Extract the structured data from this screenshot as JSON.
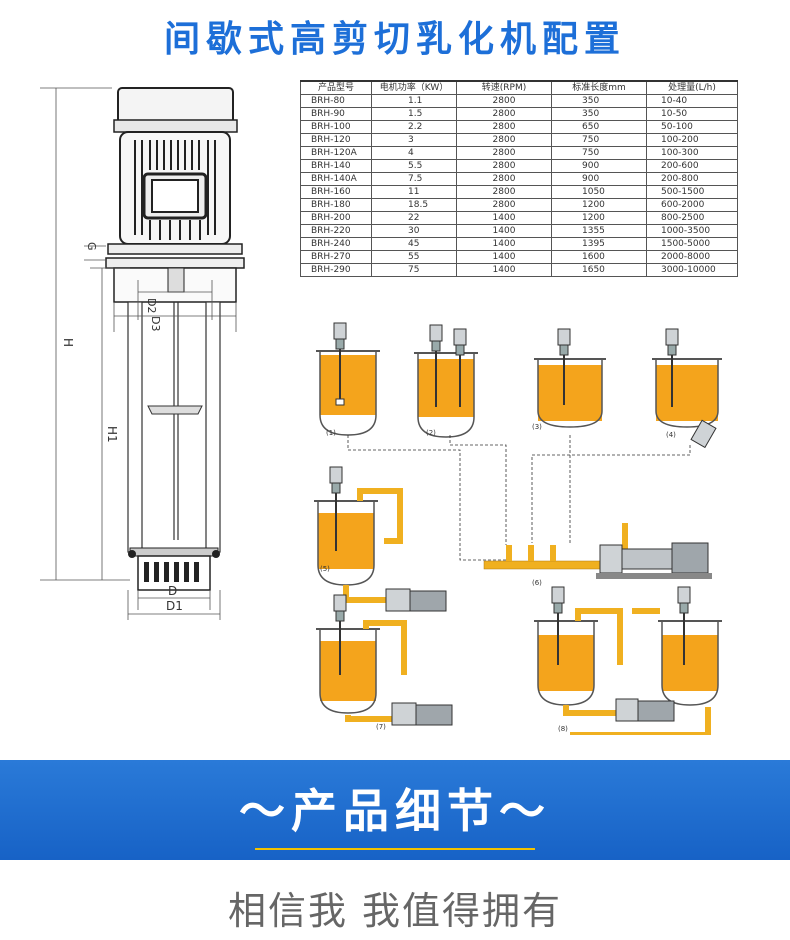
{
  "title": "间歇式高剪切乳化机配置",
  "drawing": {
    "labels": {
      "G": "G",
      "H": "H",
      "H1": "H1",
      "D2": "D2",
      "D3": "D3",
      "D": "D",
      "D1": "D1"
    }
  },
  "table": {
    "headers": [
      "产品型号",
      "电机功率（KW）",
      "转速(RPM)",
      "标准长度mm",
      "处理量(L/h)"
    ],
    "rows": [
      [
        "BRH-80",
        "1.1",
        "2800",
        "350",
        "10-40"
      ],
      [
        "BRH-90",
        "1.5",
        "2800",
        "350",
        "10-50"
      ],
      [
        "BRH-100",
        "2.2",
        "2800",
        "650",
        "50-100"
      ],
      [
        "BRH-120",
        "3",
        "2800",
        "750",
        "100-200"
      ],
      [
        "BRH-120A",
        "4",
        "2800",
        "750",
        "100-300"
      ],
      [
        "BRH-140",
        "5.5",
        "2800",
        "900",
        "200-600"
      ],
      [
        "BRH-140A",
        "7.5",
        "2800",
        "900",
        "200-800"
      ],
      [
        "BRH-160",
        "11",
        "2800",
        "1050",
        "500-1500"
      ],
      [
        "BRH-180",
        "18.5",
        "2800",
        "1200",
        "600-2000"
      ],
      [
        "BRH-200",
        "22",
        "1400",
        "1200",
        "800-2500"
      ],
      [
        "BRH-220",
        "30",
        "1400",
        "1355",
        "1000-3500"
      ],
      [
        "BRH-240",
        "45",
        "1400",
        "1395",
        "1500-5000"
      ],
      [
        "BRH-270",
        "55",
        "1400",
        "1600",
        "2000-8000"
      ],
      [
        "BRH-290",
        "75",
        "1400",
        "1650",
        "3000-10000"
      ]
    ]
  },
  "schematic_labels": [
    "(1)",
    "(2)",
    "(3)",
    "(4)",
    "(5)",
    "(6)",
    "(7)",
    "(8)"
  ],
  "banner": {
    "text": "～产品细节～"
  },
  "subtitle": "相信我 我值得拥有",
  "colors": {
    "title": "#1d6fd8",
    "banner": "#1f6dd0",
    "liquid": "#f4a41c",
    "pipe": "#f0b020",
    "accent_line": "#f2c200"
  }
}
